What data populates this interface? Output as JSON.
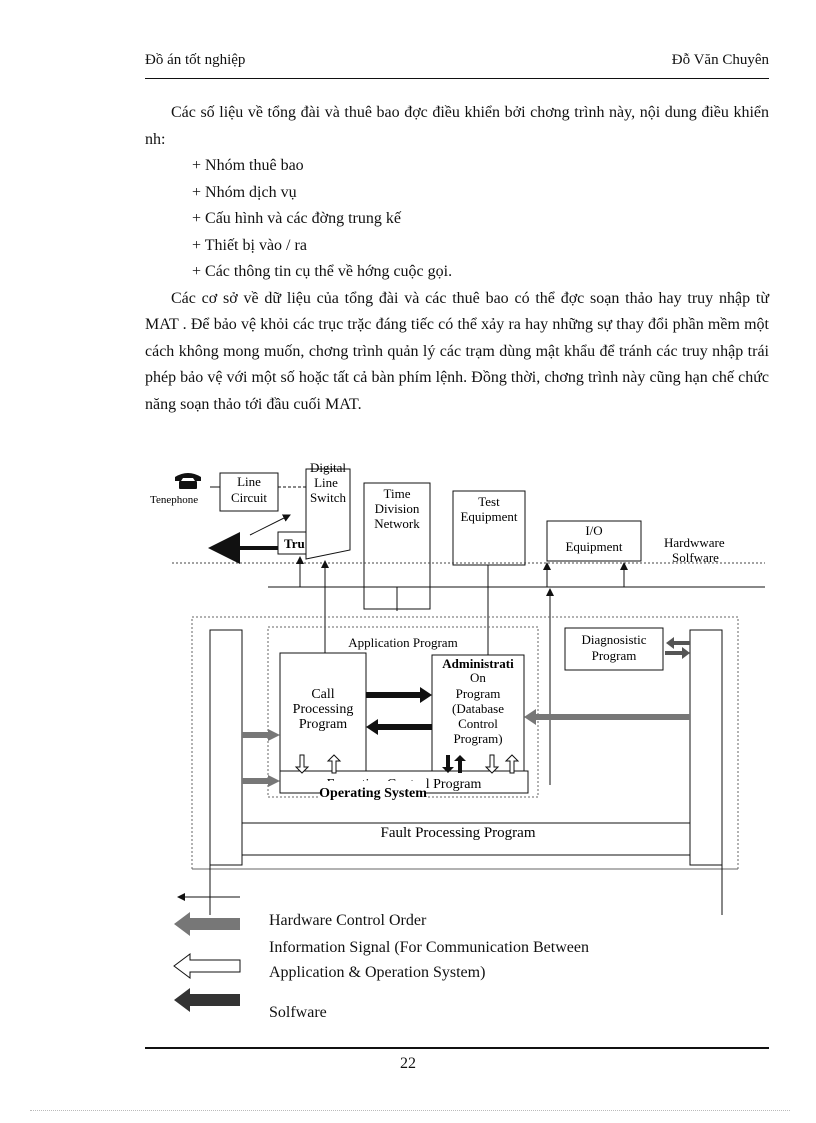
{
  "header": {
    "left": "Đồ án tốt nghiệp",
    "right": "Đỗ Văn Chuyên"
  },
  "body": {
    "intro": "Các số liệu về tổng đài và thuê bao đợc  điều khiển bởi chơng  trình này, nội dung điều khiển nh:",
    "items": [
      "+ Nhóm thuê bao",
      "+ Nhóm dịch vụ",
      "+ Cấu hình và các đờng  trung kế",
      "+ Thiết bị vào / ra",
      "+ Các thông tin cụ thể về hớng  cuộc gọi."
    ],
    "paragraph2": "Các cơ sở về dữ liệu của tổng đài và các thuê bao có thể đợc  soạn thảo hay truy nhập từ MAT . Để bảo vệ khỏi các trục trặc đáng tiếc có thể xảy ra hay những sự thay đổi phần mềm một cách không mong muốn, chơng  trình quản lý các trạm dùng mật khẩu để tránh các truy nhập trái phép bảo vệ với một số hoặc tất cả bàn phím lệnh. Đồng thời, chơng  trình này cũng hạn chế chức năng soạn thảo tới đầu cuối MAT."
  },
  "diagram": {
    "telephone_label": "Tenephone",
    "line_circuit": [
      "Line",
      "Circuit"
    ],
    "digital_line_switch": [
      "Digital",
      "Line",
      "Switch"
    ],
    "trunk_label": "Tru",
    "tdn": [
      "Time",
      "Division",
      "Network"
    ],
    "test_equipment": [
      "Test",
      "Equipment"
    ],
    "io_equipment": [
      "I/O",
      "Equipment"
    ],
    "hw_label": "Hardwware",
    "sw_label": "Solfware",
    "application_program": "Application Program",
    "diagnostic": [
      "Diagnosistic",
      "Program"
    ],
    "call_processing": [
      "Call",
      "Processing",
      "Program"
    ],
    "administration": [
      "Administrati",
      "On",
      "Program",
      "(Database",
      "Control",
      "Program)"
    ],
    "execution_control": "Execution Control Program",
    "operating_system": "Operating System",
    "fault_processing": "Fault Processing Program"
  },
  "legend": {
    "hardware_control": "Hardware Control Order",
    "info_signal_1": "Information Signal (For Communication Between",
    "info_signal_2": "Application & Operation System)",
    "software": "Solfware"
  },
  "page_number": "22"
}
